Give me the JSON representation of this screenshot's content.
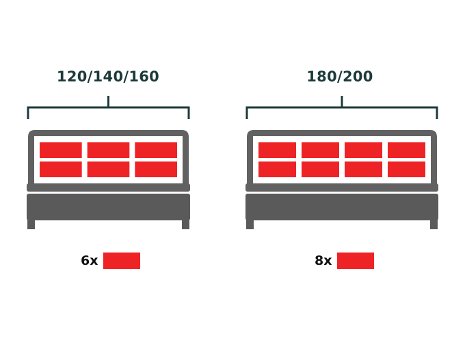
{
  "colors": {
    "bracket": "#1c3a3a",
    "frame": "#616161",
    "frame_dark": "#5a5a5a",
    "pillow": "#ee2325",
    "background": "#ffffff",
    "text_dark": "#1c3a3a",
    "text_black": "#111111"
  },
  "beds": [
    {
      "width_label": "120/140/160",
      "pillow_rows": 2,
      "pillow_cols": 3,
      "count_label": "6x"
    },
    {
      "width_label": "180/200",
      "pillow_rows": 2,
      "pillow_cols": 4,
      "count_label": "8x"
    }
  ]
}
